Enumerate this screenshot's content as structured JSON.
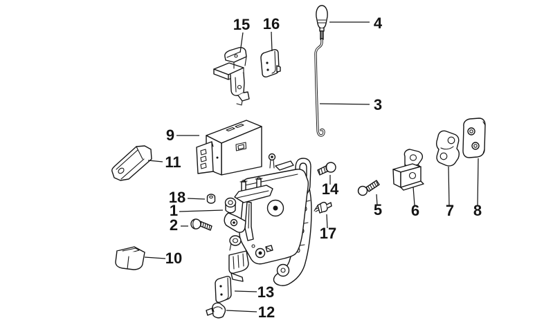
{
  "diagram": {
    "background_color": "#ffffff",
    "line_color": "#141414",
    "label_color": "#141414",
    "callouts": [
      {
        "label": "1"
      },
      {
        "label": "2"
      },
      {
        "label": "3"
      },
      {
        "label": "4"
      },
      {
        "label": "5"
      },
      {
        "label": "6"
      },
      {
        "label": "7"
      },
      {
        "label": "8"
      },
      {
        "label": "9"
      },
      {
        "label": "10"
      },
      {
        "label": "11"
      },
      {
        "label": "12"
      },
      {
        "label": "13"
      },
      {
        "label": "14"
      },
      {
        "label": "15"
      },
      {
        "label": "16"
      },
      {
        "label": "17"
      },
      {
        "label": "18"
      }
    ]
  }
}
